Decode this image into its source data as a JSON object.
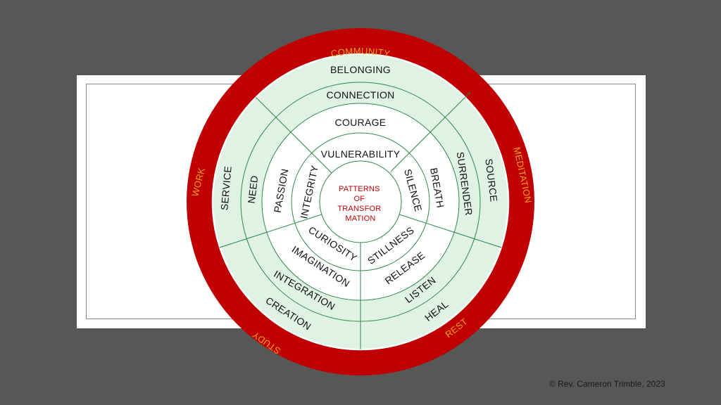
{
  "colors": {
    "background": "#575757",
    "outer_ring": "#c00000",
    "outer_label": "#e8a21b",
    "mint": "#dff2e3",
    "line": "#2e8b4a",
    "center_text": "#c00000"
  },
  "diagram": {
    "center_lines": [
      "PATTERNS",
      "OF",
      "TRANSFOR",
      "MATION"
    ],
    "outer_labels": {
      "community": "COMMUNITY",
      "meditation": "MEDITATION",
      "rest": "REST",
      "study": "STUDY",
      "work": "WORK"
    },
    "ring4": {
      "belonging": "BELONGING",
      "source": "SOURCE",
      "heal": "HEAL",
      "creation": "CREATION",
      "service": "SERVICE"
    },
    "ring3": {
      "connection": "CONNECTION",
      "surrender": "SURRENDER",
      "listen": "LISTEN",
      "integration": "INTEGRATION",
      "need": "NEED"
    },
    "ring2": {
      "courage": "COURAGE",
      "breath": "BREATH",
      "release": "RELEASE",
      "imagination": "IMAGINATION",
      "passion": "PASSION"
    },
    "ring1": {
      "vulnerability": "VULNERABILITY",
      "silence": "SILENCE",
      "stillness": "STILLNESS",
      "curiosity": "CURIOSITY",
      "integrity": "INTEGRITY"
    }
  },
  "copyright": "© Rev. Cameron Trimble, 2023"
}
